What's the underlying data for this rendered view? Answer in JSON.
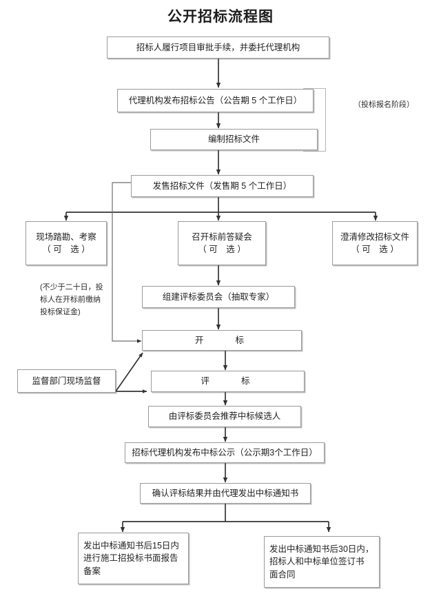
{
  "title": "公开招标流程图",
  "colors": {
    "box_border": "#9a9a9a",
    "shadow": "#5a5a5a",
    "line": "#333333",
    "thin_line": "#b4b4b4",
    "text": "#1f1f1f",
    "background": "#ffffff"
  },
  "nodes": {
    "approval": "招标人履行项目审批手续，并委托代理机构",
    "announcement": "代理机构发布招标公告（公告期 5 个工作日）",
    "prepare_docs": "编制招标文件",
    "sell_docs": "发售招标文件（发售期 5 个工作日）",
    "site_survey": "现场踏勘、考察\n（ 可　选 ）",
    "pre_bid_meeting": "召开标前答疑会\n（ 可　选 ）",
    "clarify_docs": "澄清修改招标文件\n（ 可　选 ）",
    "committee": "组建评标委员会（抽取专家）",
    "bid_opening": "开　　标",
    "bid_evaluation": "评　　标",
    "supervision": "监督部门现场监督",
    "recommend": "由评标委员会推荐中标候选人",
    "publicity": "招标代理机构发布中标公示（公示期3个工作日）",
    "confirm_notice": "确认评标结果并由代理发出中标通知书",
    "filing_15days": "发出中标通知书后15日内\n进行施工招投标书面报告\n备案",
    "contract_30days": "发出中标通知书后30日内，\n招标人和中标单位签订书\n面合同"
  },
  "annotations": {
    "registration_phase": "（投标报名阶段）",
    "deposit_note": "(不少于二十日，投\n标人在开标前缴纳\n投标保证金)"
  }
}
